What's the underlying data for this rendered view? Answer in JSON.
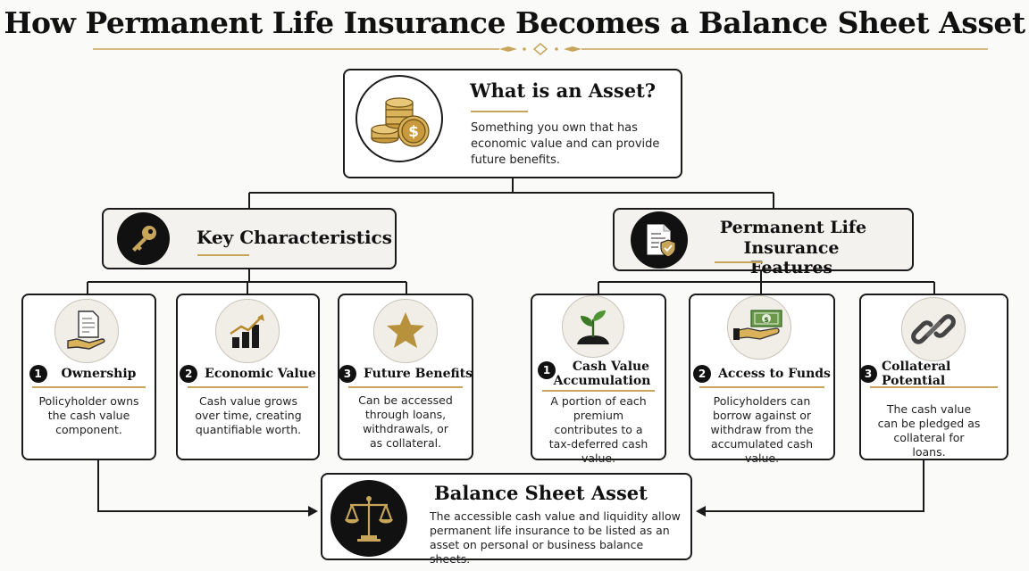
{
  "title": "How Permanent Life Insurance Becomes a Balance Sheet Asset",
  "colors": {
    "accent_gold": "#c7a55a",
    "dark": "#111111",
    "border": "#1a1a1a"
  },
  "asset": {
    "heading": "What is an Asset?",
    "text": "Something you own that has economic value and can provide future benefits.",
    "icon": "coin-stack-icon"
  },
  "key_characteristics": {
    "heading": "Key Characteristics",
    "icon": "key-icon",
    "items": [
      {
        "num": "1",
        "label": "Ownership",
        "text": "Policyholder owns the cash value component.",
        "icon": "hand-document-icon"
      },
      {
        "num": "2",
        "label": "Economic Value",
        "text": "Cash value grows over time, creating quantifiable worth.",
        "icon": "growth-chart-icon"
      },
      {
        "num": "3",
        "label": "Future Benefits",
        "text": "Can be accessed through loans, withdrawals, or as collateral.",
        "icon": "star-icon"
      }
    ]
  },
  "insurance_features": {
    "heading_line1": "Permanent Life",
    "heading_line2": "Insurance Features",
    "icon": "policy-shield-icon",
    "items": [
      {
        "num": "1",
        "label_line1": "Cash Value",
        "label_line2": "Accumulation",
        "text": "A portion of each premium contributes to a tax-deferred cash value.",
        "icon": "sprout-icon"
      },
      {
        "num": "2",
        "label": "Access to Funds",
        "text": "Policyholders can borrow against or withdraw from the accumulated cash value.",
        "icon": "hand-cash-icon"
      },
      {
        "num": "3",
        "label": "Collateral Potential",
        "text": "The cash value can be pledged as collateral for loans.",
        "icon": "chain-link-icon"
      }
    ]
  },
  "balance_sheet": {
    "heading": "Balance Sheet Asset",
    "text": "The accessible cash value and liquidity allow permanent life insurance to be listed as an asset on personal or business balance sheets.",
    "icon": "scales-icon"
  }
}
